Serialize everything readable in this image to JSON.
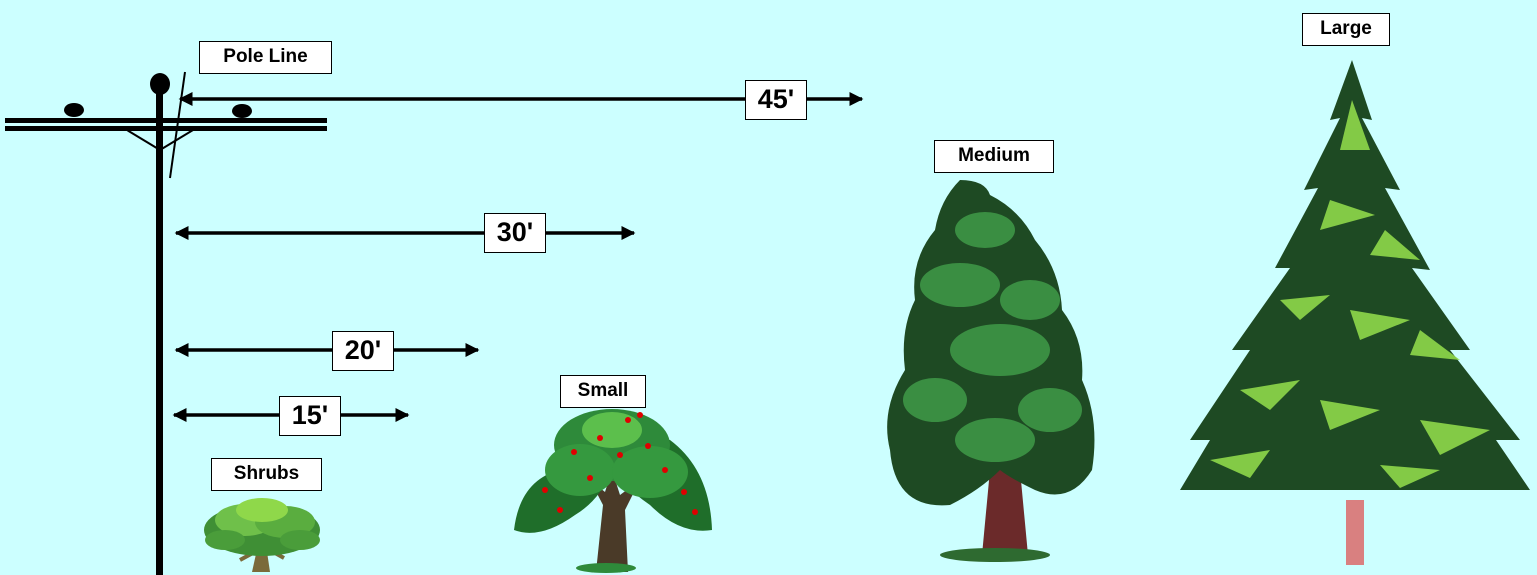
{
  "labels": {
    "pole_line": "Pole Line",
    "shrubs": "Shrubs",
    "small": "Small",
    "medium": "Medium",
    "large": "Large"
  },
  "distances": {
    "d45": "45'",
    "d30": "30'",
    "d20": "20'",
    "d15": "15'"
  },
  "colors": {
    "background": "#ccffff",
    "pole": "#000000",
    "dark_green": "#1e4a23",
    "leaf_green": "#2e8a3a",
    "light_green": "#8fd84a",
    "trunk": "#6b2a2a",
    "trunk_pink": "#d98080",
    "fruit_red": "#e00000"
  }
}
